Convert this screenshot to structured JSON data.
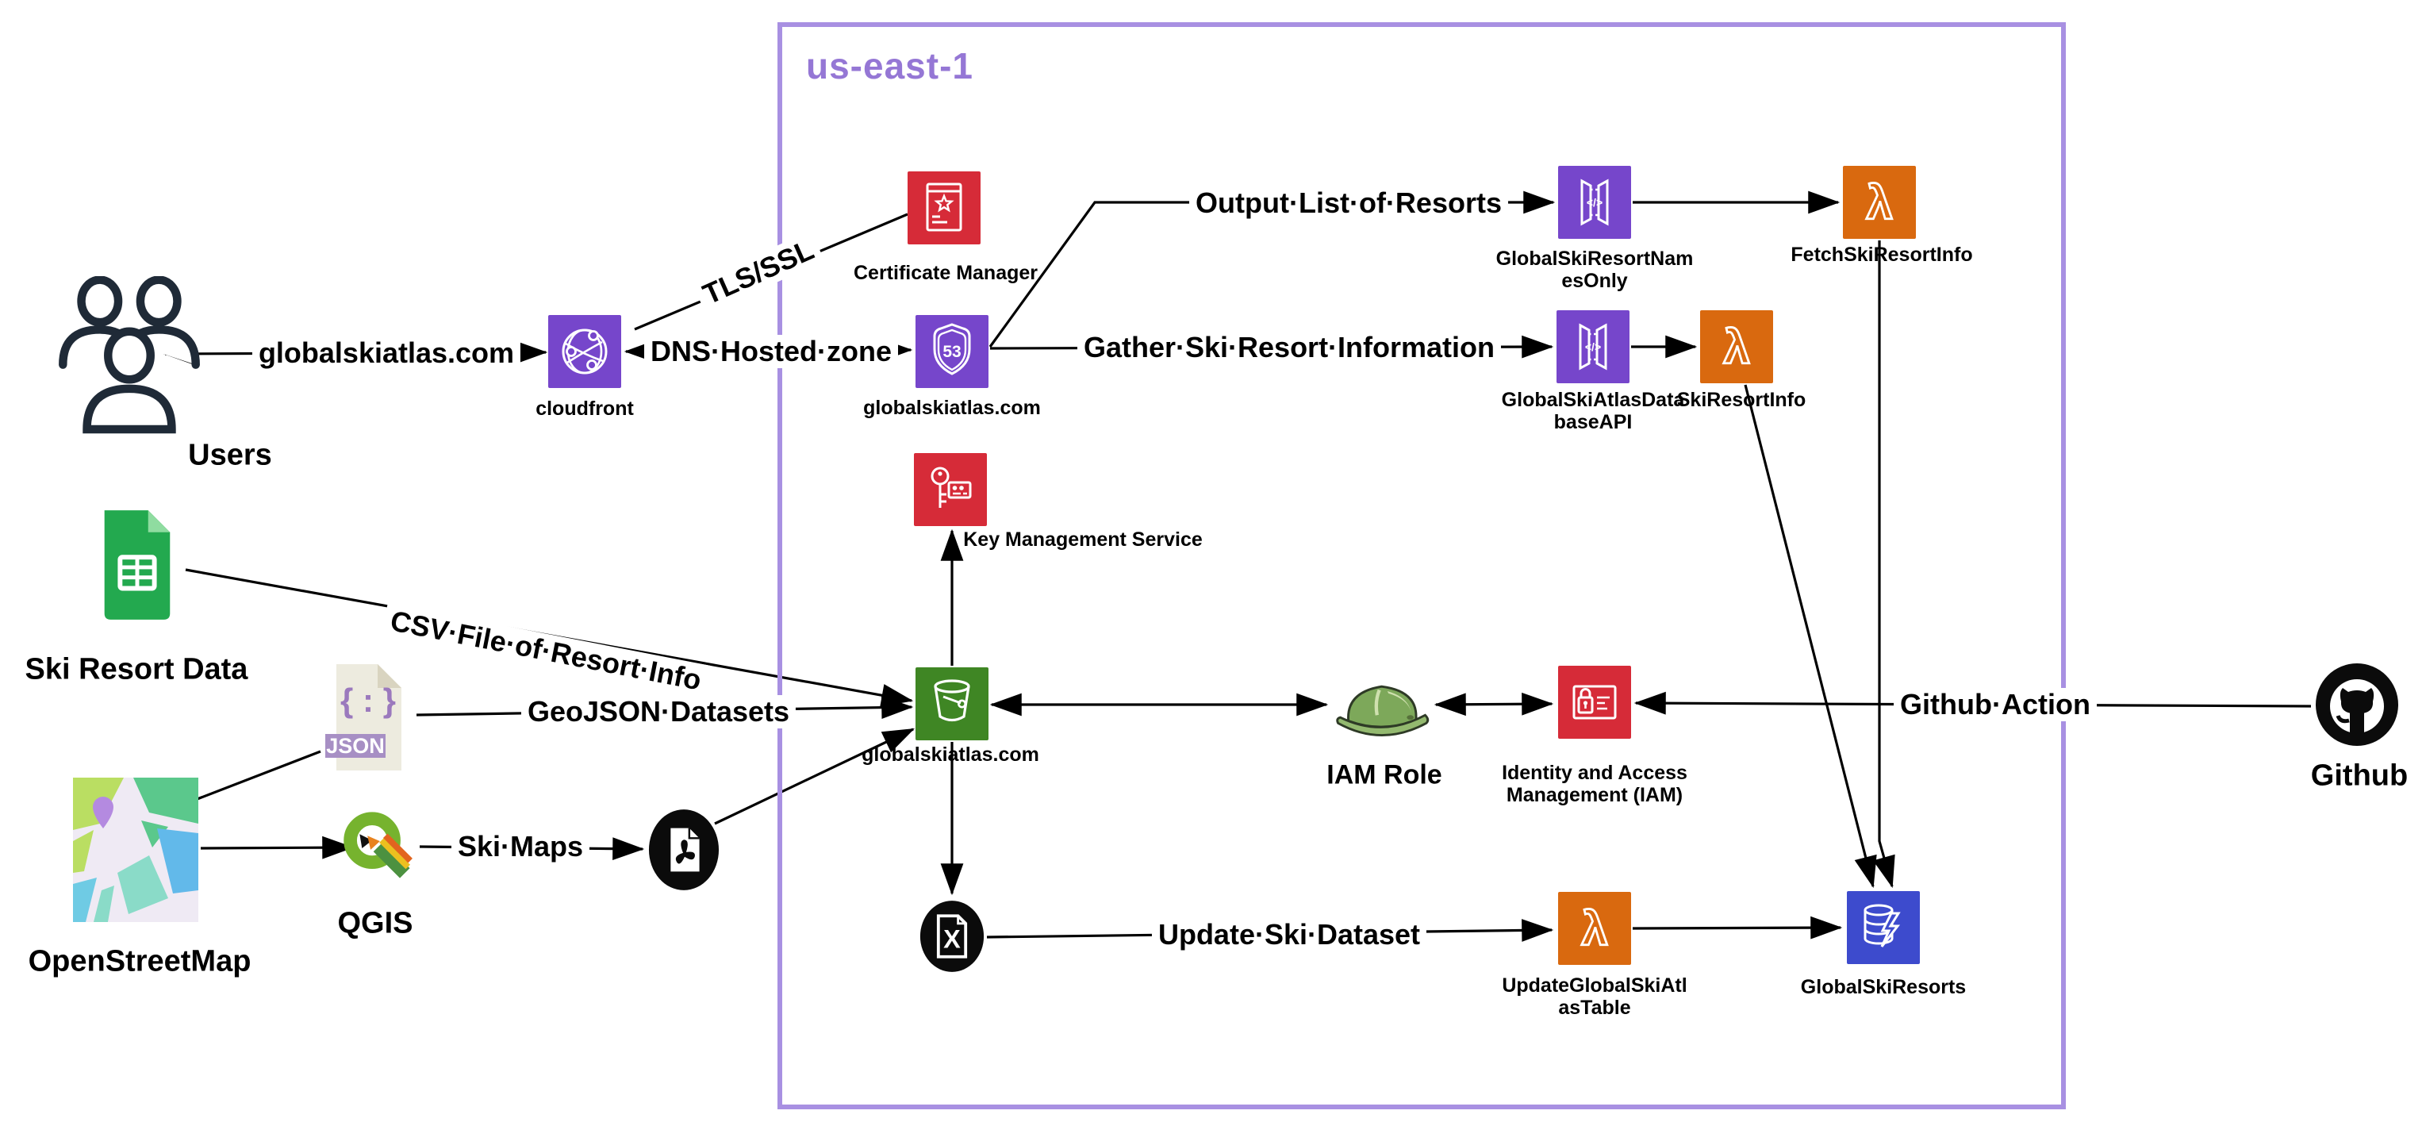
{
  "region": {
    "label": "us-east-1"
  },
  "colors": {
    "region_border": "#a890e2",
    "region_label": "#9577d5",
    "aws_purple": "#7646cb",
    "aws_red": "#d62b38",
    "aws_orange": "#d9690f",
    "dynamo_blue": "#3d4bcd",
    "s3_green": "#3f8624",
    "github_black": "#0b0b0b",
    "sheets_green": "#23a94f",
    "sheets_fold": "#8fdca0",
    "json_banner_purple": "#a78fc4",
    "json_brace_purple": "#9b79bd",
    "osm_pin_purple": "#b48ae0",
    "qgis_green": "#76b32e",
    "hardhat_green": "#7da85a",
    "users_navy": "#1f2a37",
    "line": "#000000"
  },
  "icons": {
    "lambda_glyph": "λ",
    "excel_glyph": "X",
    "apigw_glyph": "</>",
    "route53_badge": "53"
  },
  "nodes": {
    "users": {
      "label": "Users"
    },
    "cloudfront": {
      "label": "cloudfront"
    },
    "certificate_manager": {
      "label": "Certificate Manager"
    },
    "route53": {
      "label": "globalskiatlas.com"
    },
    "kms": {
      "label": "Key Management Service"
    },
    "s3_bucket": {
      "label": "globalskiatlas.com"
    },
    "apigw_resort_names": {
      "label": "GlobalSkiResortNam\nesOnly"
    },
    "lambda_fetch": {
      "label": "FetchSkiResortInfo"
    },
    "apigw_database": {
      "label": "GlobalSkiAtlasData\nbaseAPI"
    },
    "lambda_ski_resort_info": {
      "label": "SkiResortInfo"
    },
    "iam_role": {
      "label": "IAM Role"
    },
    "iam": {
      "label": "Identity and Access\nManagement (IAM)"
    },
    "github": {
      "label": "Github"
    },
    "ski_resort_data": {
      "label": "Ski Resort Data"
    },
    "json_file": {
      "glyph": "{ : }",
      "banner": "JSON"
    },
    "openstreetmap": {
      "label": "OpenStreetMap"
    },
    "qgis": {
      "label": "QGIS"
    },
    "lambda_update": {
      "label": "UpdateGlobalSkiAtl\nasTable"
    },
    "dynamodb": {
      "label": "GlobalSkiResorts"
    }
  },
  "edges": {
    "users_cloudfront": {
      "label": "globalskiatlas.com"
    },
    "cloudfront_cert": {
      "label": "TLS/SSL"
    },
    "cloudfront_route53": {
      "label": "DNS·Hosted·zone"
    },
    "route53_apigw_names": {
      "label": "Output·List·of·Resorts"
    },
    "route53_apigw_database": {
      "label": "Gather·Ski·Resort·Information"
    },
    "sheets_s3": {
      "label": "CSV·File·of·Resort·Info"
    },
    "json_s3": {
      "label": "GeoJSON·Datasets"
    },
    "qgis_pdf": {
      "label": "Ski·Maps"
    },
    "github_iam": {
      "label": "Github·Action"
    },
    "excel_lambda_update": {
      "label": "Update·Ski·Dataset"
    }
  }
}
